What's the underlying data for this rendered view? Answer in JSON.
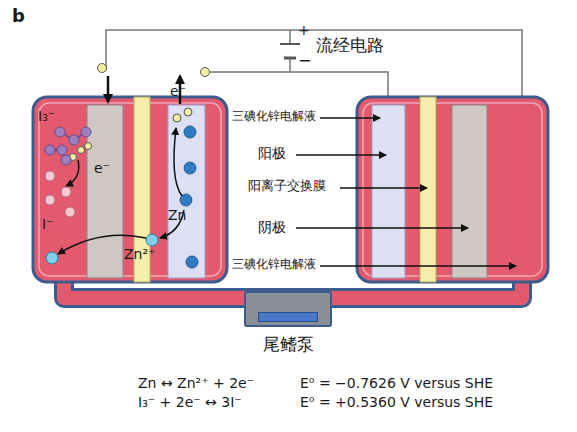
{
  "diagram": {
    "nodes": [
      {
        "text": [
          "尾鳍泵"
        ]
      }
    ],
    "labels": [
      "b",
      "+",
      "−",
      "流经电路",
      "三碘化锌电解液",
      "阳极",
      "阳离子交换膜",
      "阴极",
      "三碘化锌电解液",
      "I₃⁻",
      "e⁻",
      "I⁻",
      "e⁻",
      "Zn",
      "Zn²⁺",
      "Zn ↔ Zn²⁺ + 2e⁻",
      "E⁰ = −0.7626 V versus SHE",
      "I₃⁻ + 2e⁻ ↔ 3I⁻",
      "E⁰ = +0.5360 V versus SHE"
    ]
  }
}
